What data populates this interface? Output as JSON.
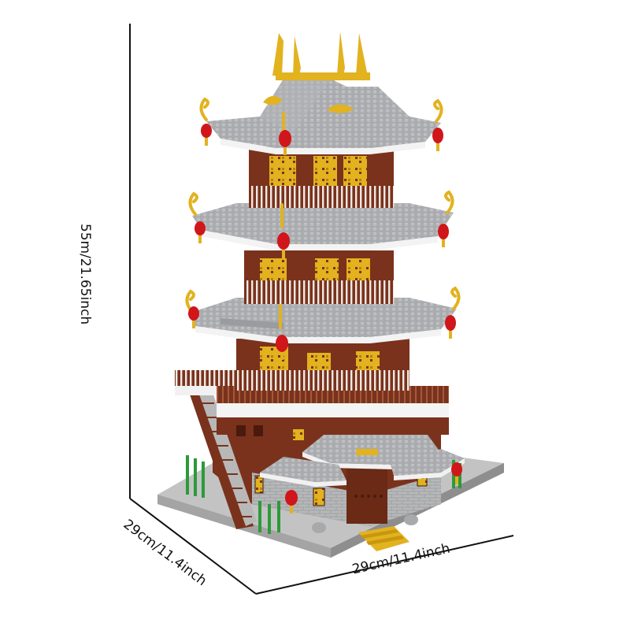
{
  "product": {
    "description": "Brick-built Chinese pagoda tower model with grey tiled roofs, gold dragon ornaments, red lanterns and brown wooden balconies",
    "colors": {
      "roof_grey": "#a6a8ab",
      "roof_light": "#c9cbcd",
      "wood_brown": "#7a321c",
      "wood_dark": "#5c2414",
      "gold": "#e2b21f",
      "lantern_red": "#d0161a",
      "trim_white": "#f4f4f4",
      "plant_green": "#2c9a3a",
      "base_grey": "#bdbdbd"
    }
  },
  "dimensions": {
    "height_label": "55m/21.65inch",
    "depth_label": "29cm/11.4inch",
    "width_label": "29cm/11.4inch"
  },
  "lines": {
    "color": "#111111"
  }
}
